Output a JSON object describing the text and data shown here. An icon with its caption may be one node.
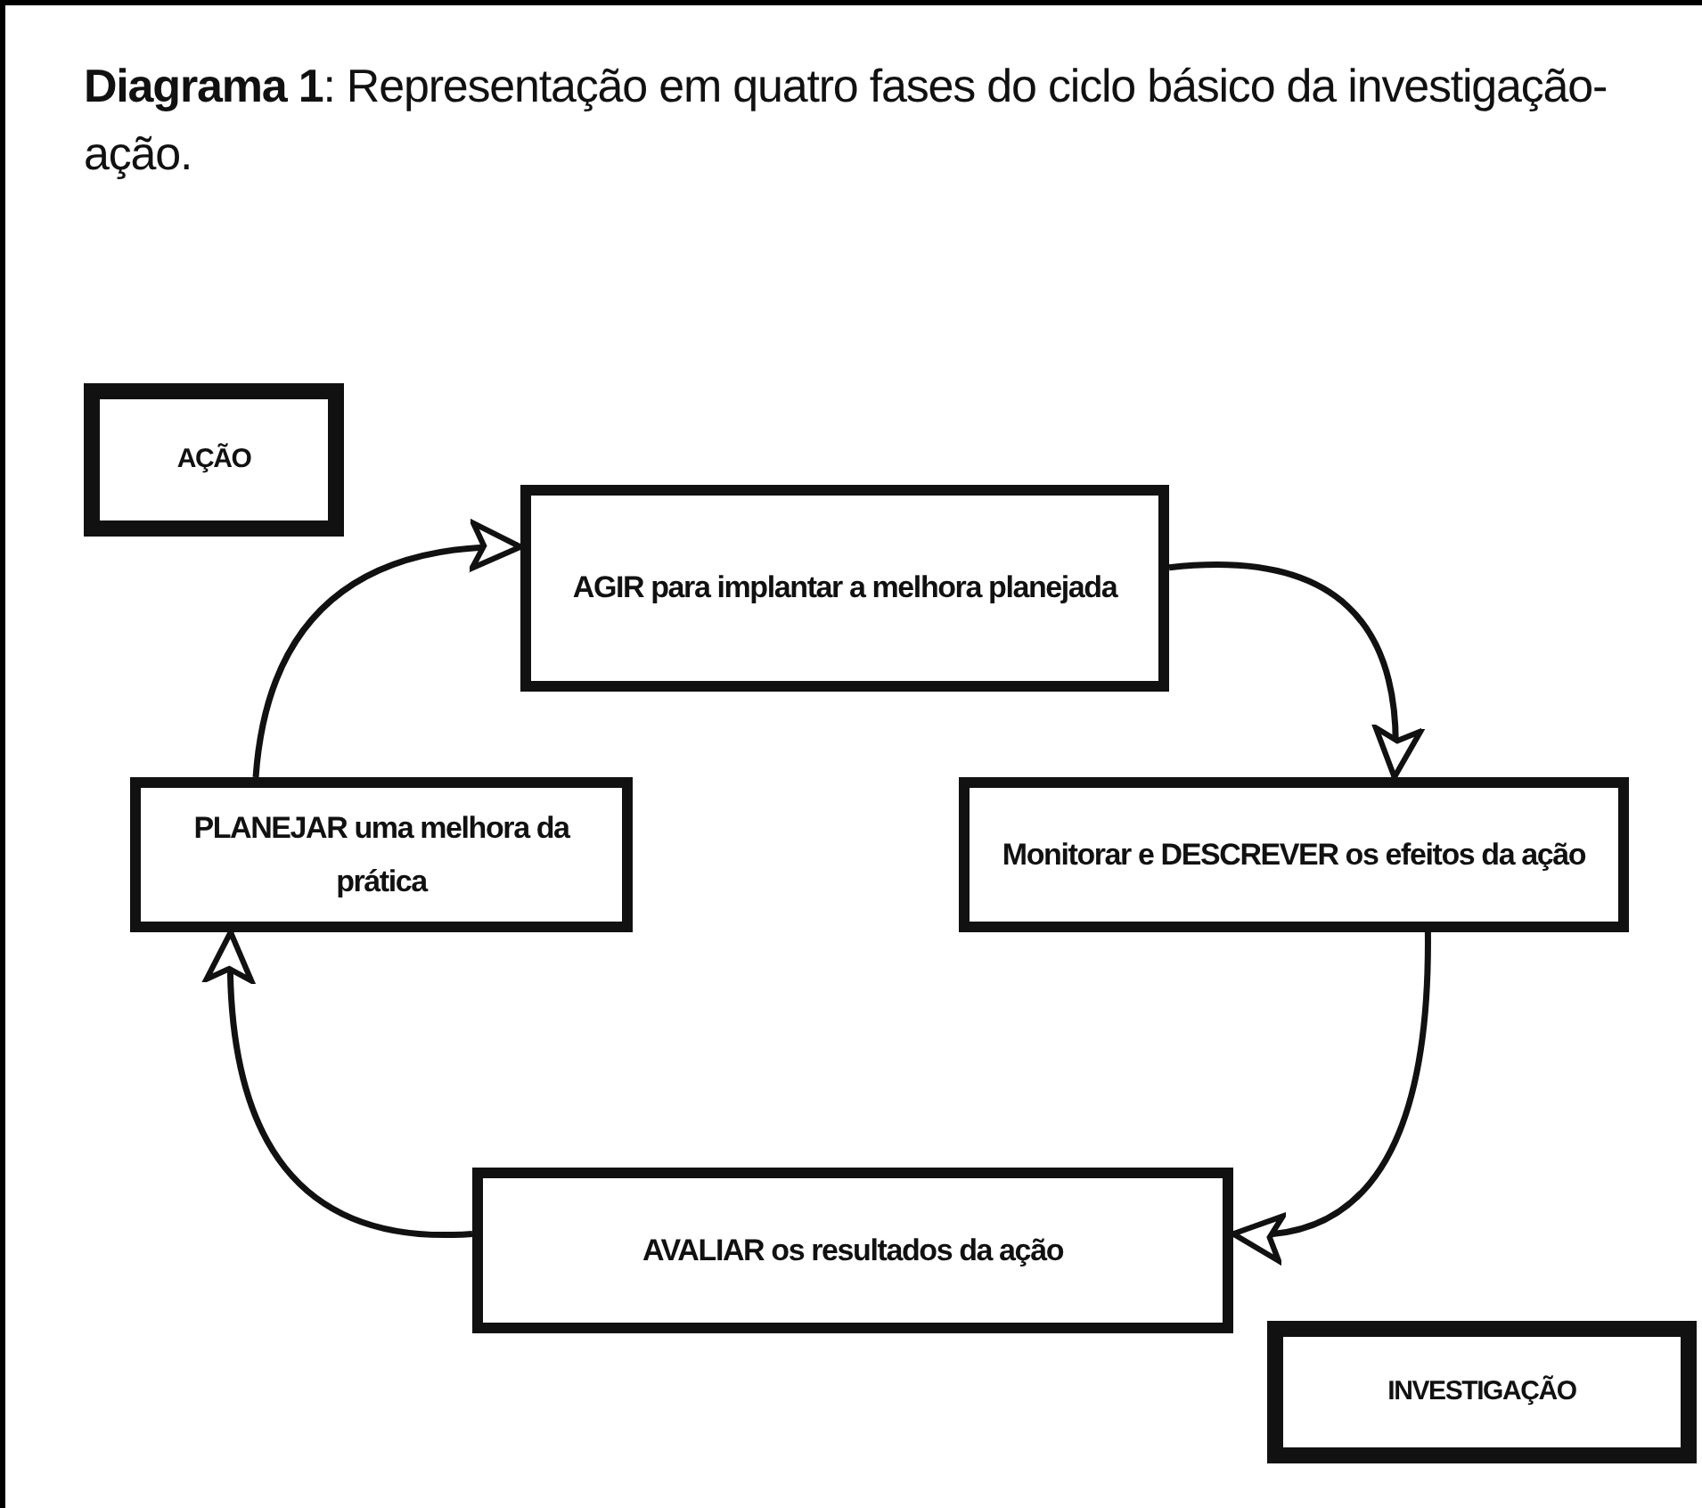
{
  "diagram": {
    "title": "**Diagrama 1**: Representação em quatro fases do ciclo básico da investigação-ação.",
    "nodes": [
      {
        "text": [
          "AÇÃO"
        ]
      },
      {
        "text": [
          "AGIR para implantar a melhora planejada"
        ]
      },
      {
        "text": [
          "PLANEJAR uma melhora da prática"
        ]
      },
      {
        "text": [
          "Monitorar e DESCREVER os efeitos da ação"
        ]
      },
      {
        "text": [
          "AVALIAR os resultados da ação"
        ]
      },
      {
        "text": [
          "INVESTIGAÇÃO"
        ]
      }
    ],
    "edges": [
      {
        "from": 2,
        "to": 1,
        "arrow": "to"
      },
      {
        "from": 1,
        "to": 3,
        "arrow": "to"
      },
      {
        "from": 3,
        "to": 4,
        "arrow": "to"
      },
      {
        "from": 4,
        "to": 2,
        "arrow": "to"
      }
    ]
  }
}
